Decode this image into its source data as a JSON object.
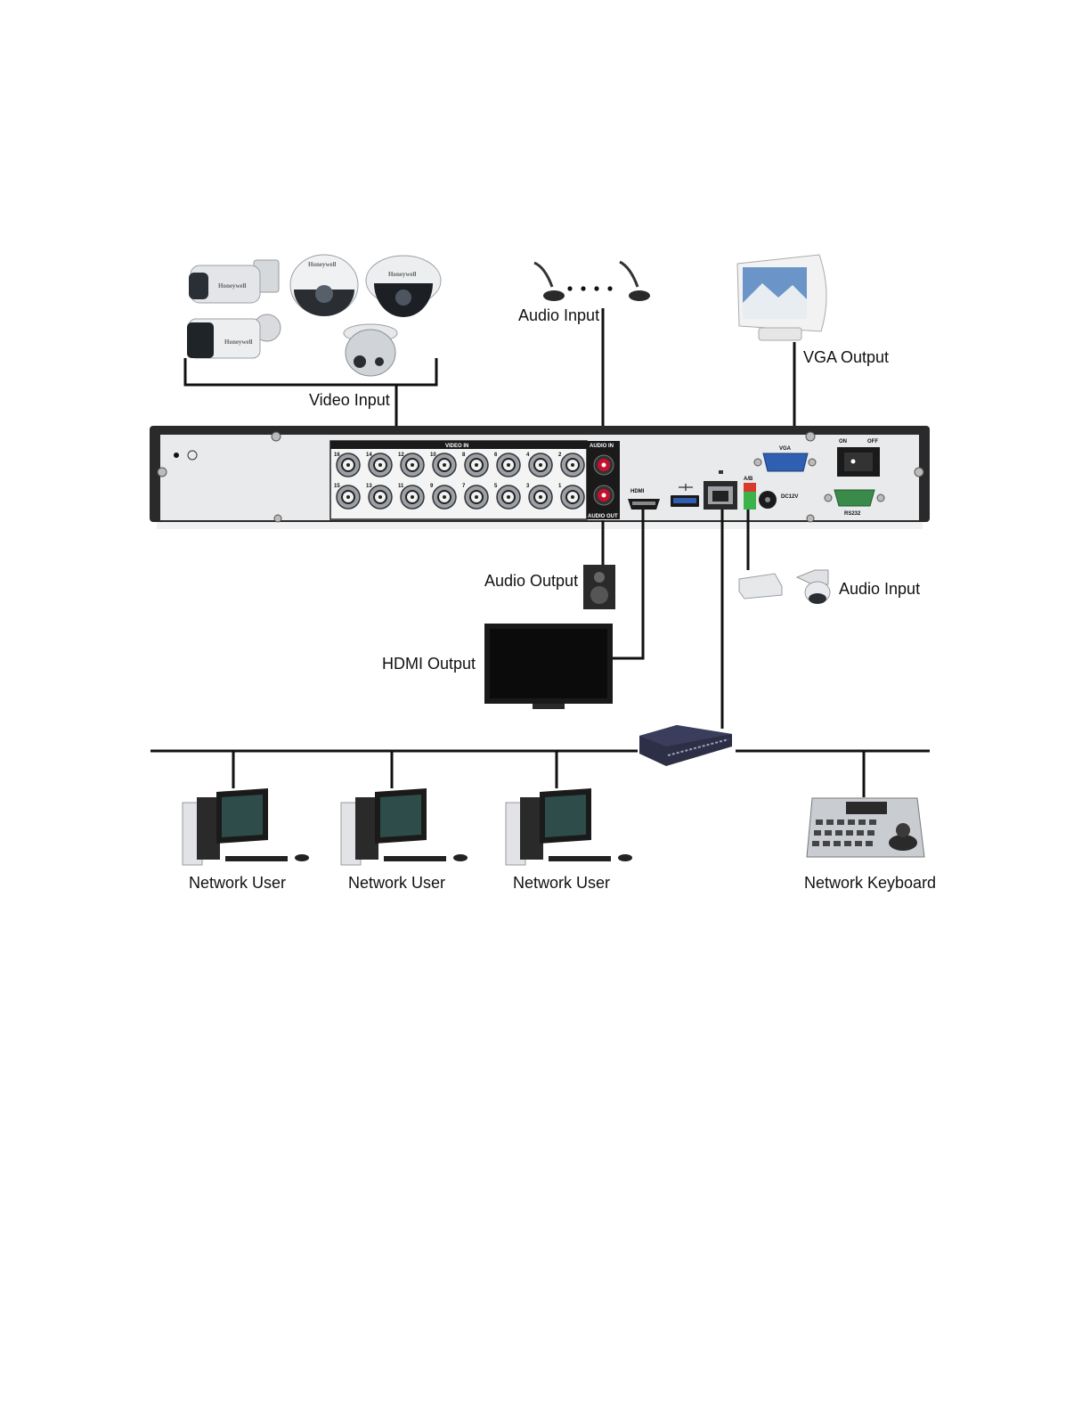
{
  "labels": {
    "video_input": "Video Input",
    "audio_input_top": "Audio Input",
    "vga_output": "VGA Output",
    "audio_output": "Audio Output",
    "audio_input_right": "Audio Input",
    "hdmi_output": "HDMI Output",
    "network_users": [
      "Network User",
      "Network User",
      "Network User"
    ],
    "network_keyboard": "Network Keyboard"
  },
  "panel": {
    "video_in": "VIDEO IN",
    "audio_in": "AUDIO IN",
    "audio_out": "AUDIO OUT",
    "hdmi": "HDMI",
    "vga": "VGA",
    "on": "ON",
    "off": "OFF",
    "ab": "A/B",
    "dc12v": "DC12V",
    "rs232": "RS232",
    "top_channel_numbers": [
      "16",
      "14",
      "12",
      "10",
      "8",
      "6",
      "4",
      "2"
    ],
    "bottom_channel_numbers": [
      "15",
      "13",
      "11",
      "9",
      "7",
      "5",
      "3",
      "1"
    ]
  },
  "camera_brand": "Honeywell",
  "icons": [
    "bullet-camera-icon",
    "dome-camera-icon",
    "turret-camera-icon",
    "microphone-icon",
    "crt-monitor-icon",
    "speaker-icon",
    "tv-icon",
    "ptz-camera-icon",
    "network-switch-icon",
    "desktop-computer-icon",
    "keyboard-controller-icon"
  ],
  "colors": {
    "line": "#111111",
    "panel_face": "#e8eaec",
    "panel_frame": "#2a2a2a",
    "port_red": "#c8102e",
    "terminal_green": "#3bb34a",
    "vga_blue": "#2f5fb0"
  }
}
